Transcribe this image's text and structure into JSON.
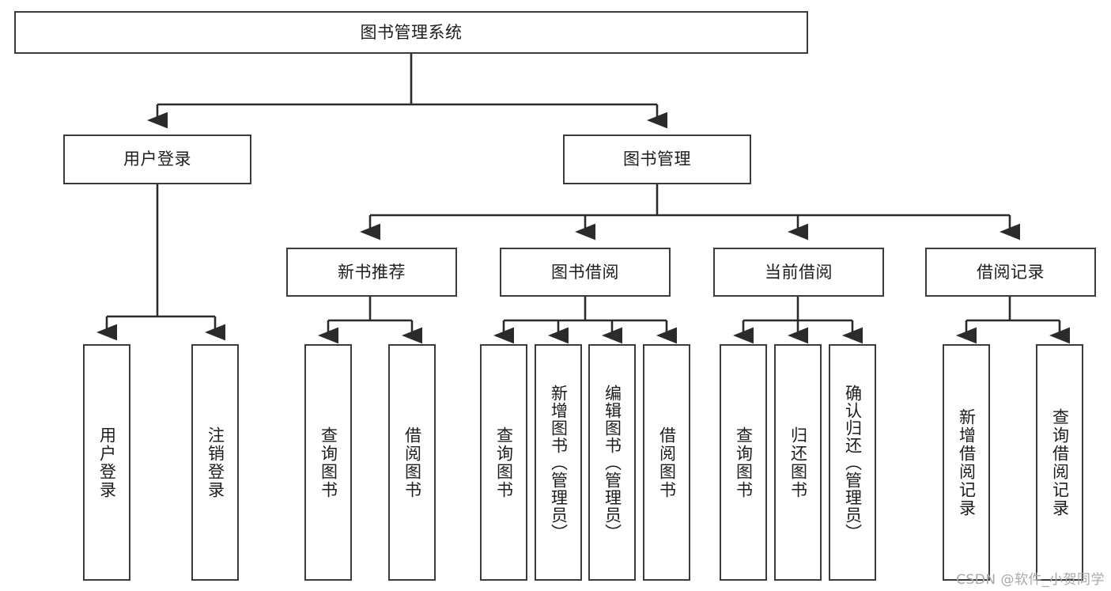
{
  "diagram": {
    "type": "tree-hierarchy-chart",
    "title": "图书管理系统",
    "watermark": "CSDN @软件_小贺同学",
    "colors": {
      "box_border": "#3b3b3b",
      "box_fill": "#ffffff",
      "edge": "#2b2b2b",
      "text": "#1d1d1d",
      "watermark": "#a8a8a8"
    },
    "root": {
      "id": "root",
      "label": "图书管理系统",
      "level": 1,
      "orientation": "horizontal"
    },
    "level2": [
      {
        "id": "user-login",
        "label": "用户登录",
        "orientation": "horizontal"
      },
      {
        "id": "book-management",
        "label": "图书管理",
        "orientation": "horizontal"
      }
    ],
    "level3": [
      {
        "id": "new-book-recommend",
        "label": "新书推荐",
        "parent": "book-management",
        "orientation": "horizontal"
      },
      {
        "id": "book-borrow",
        "label": "图书借阅",
        "parent": "book-management",
        "orientation": "horizontal"
      },
      {
        "id": "current-borrow",
        "label": "当前借阅",
        "parent": "book-management",
        "orientation": "horizontal"
      },
      {
        "id": "borrow-record",
        "label": "借阅记录",
        "parent": "book-management",
        "orientation": "horizontal"
      }
    ],
    "leaves": [
      {
        "id": "leaf-user-login",
        "label": "用户登录",
        "parent": "user-login",
        "orientation": "vertical"
      },
      {
        "id": "leaf-user-logout",
        "label": "注销登录",
        "parent": "user-login",
        "orientation": "vertical"
      },
      {
        "id": "leaf-query-book-1",
        "label": "查询图书",
        "parent": "new-book-recommend",
        "orientation": "vertical"
      },
      {
        "id": "leaf-borrow-book-1",
        "label": "借阅图书",
        "parent": "new-book-recommend",
        "orientation": "vertical"
      },
      {
        "id": "leaf-query-book-2",
        "label": "查询图书",
        "parent": "book-borrow",
        "orientation": "vertical"
      },
      {
        "id": "leaf-add-book",
        "label": "新增图书（管理员）",
        "parent": "book-borrow",
        "orientation": "vertical"
      },
      {
        "id": "leaf-edit-book",
        "label": "编辑图书（管理员）",
        "parent": "book-borrow",
        "orientation": "vertical"
      },
      {
        "id": "leaf-borrow-book-2",
        "label": "借阅图书",
        "parent": "book-borrow",
        "orientation": "vertical"
      },
      {
        "id": "leaf-query-book-3",
        "label": "查询图书",
        "parent": "current-borrow",
        "orientation": "vertical"
      },
      {
        "id": "leaf-return-book",
        "label": "归还图书",
        "parent": "current-borrow",
        "orientation": "vertical"
      },
      {
        "id": "leaf-confirm-return",
        "label": "确认归还（管理员）",
        "parent": "current-borrow",
        "orientation": "vertical"
      },
      {
        "id": "leaf-add-record",
        "label": "新增借阅记录",
        "parent": "borrow-record",
        "orientation": "vertical"
      },
      {
        "id": "leaf-query-record",
        "label": "查询借阅记录",
        "parent": "borrow-record",
        "orientation": "vertical"
      }
    ]
  }
}
